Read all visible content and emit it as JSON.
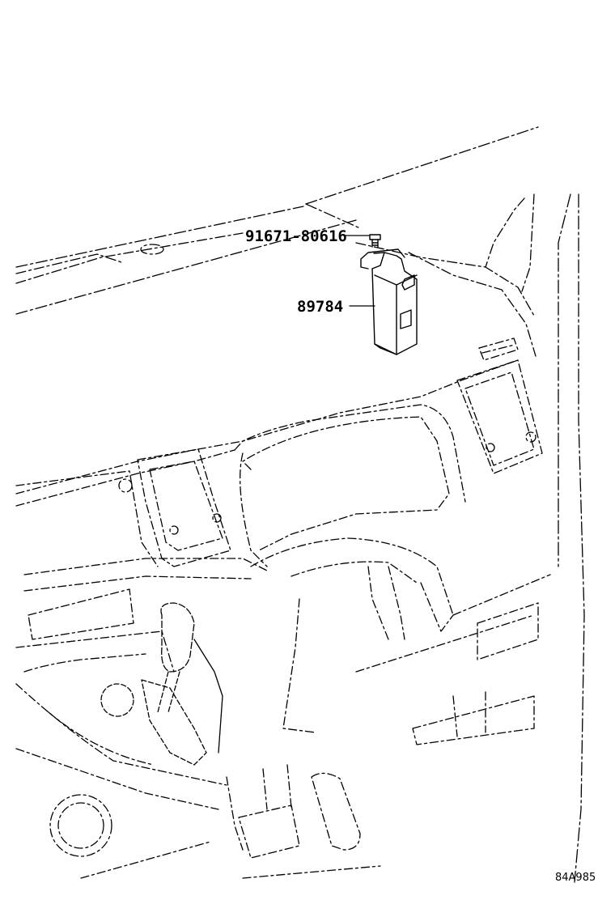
{
  "parts": [
    {
      "number": "91671-80616",
      "component": "bolt"
    },
    {
      "number": "89784",
      "component": "control module with bracket"
    }
  ],
  "figure_ref": "84A985",
  "colors": {
    "line": "#000000",
    "background": "#ffffff"
  }
}
